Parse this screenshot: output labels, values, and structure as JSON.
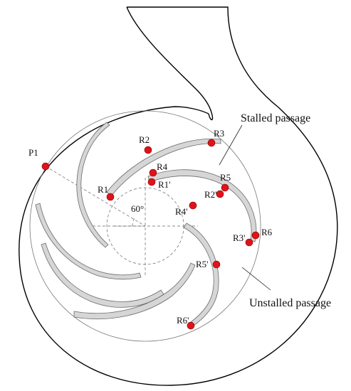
{
  "annotations": {
    "stalled": "Stalled passage",
    "unstalled": "Unstalled passage",
    "angle": "60°"
  },
  "points": {
    "P1": "P1",
    "R1": "R1",
    "R2": "R2",
    "R3": "R3",
    "R4": "R4",
    "R5": "R5",
    "R6": "R6",
    "R1p": "R1'",
    "R2p": "R2'",
    "R3p": "R3'",
    "R4p": "R4'",
    "R5p": "R5'",
    "R6p": "R6'"
  },
  "colors": {
    "point": "#e0131a",
    "blade": "#d6d6d6",
    "line": "#000000"
  }
}
